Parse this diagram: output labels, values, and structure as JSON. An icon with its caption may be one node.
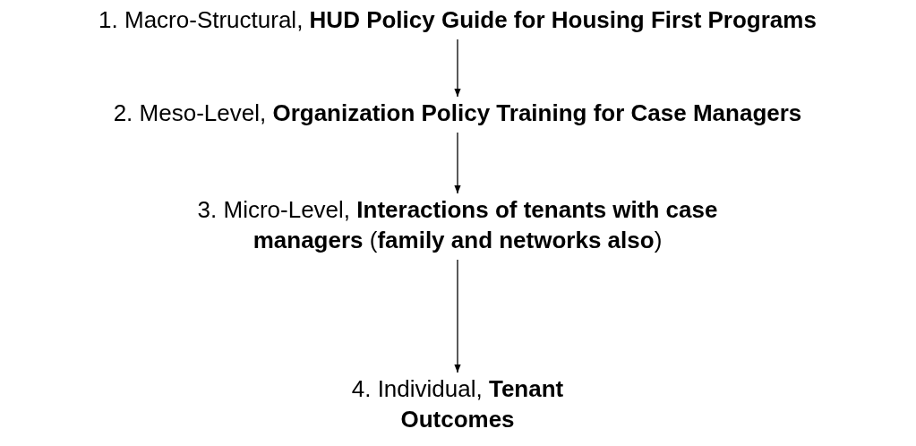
{
  "diagram": {
    "nodes": [
      {
        "text": [
          "1. Macro-Structural, **HUD Policy Guide for Housing First Programs**"
        ]
      },
      {
        "text": [
          "2. Meso-Level, **Organization Policy Training for Case Managers**"
        ]
      },
      {
        "text": [
          "3. Micro-Level, **Interactions of tenants with case managers** (**family and networks also**)"
        ]
      },
      {
        "text": [
          "4. Individual, **Tenant Outcomes**"
        ]
      }
    ],
    "edges": [
      {
        "from": 0,
        "to": 1,
        "arrow": "to"
      },
      {
        "from": 1,
        "to": 2,
        "arrow": "to"
      },
      {
        "from": 2,
        "to": 3,
        "arrow": "to"
      }
    ]
  }
}
